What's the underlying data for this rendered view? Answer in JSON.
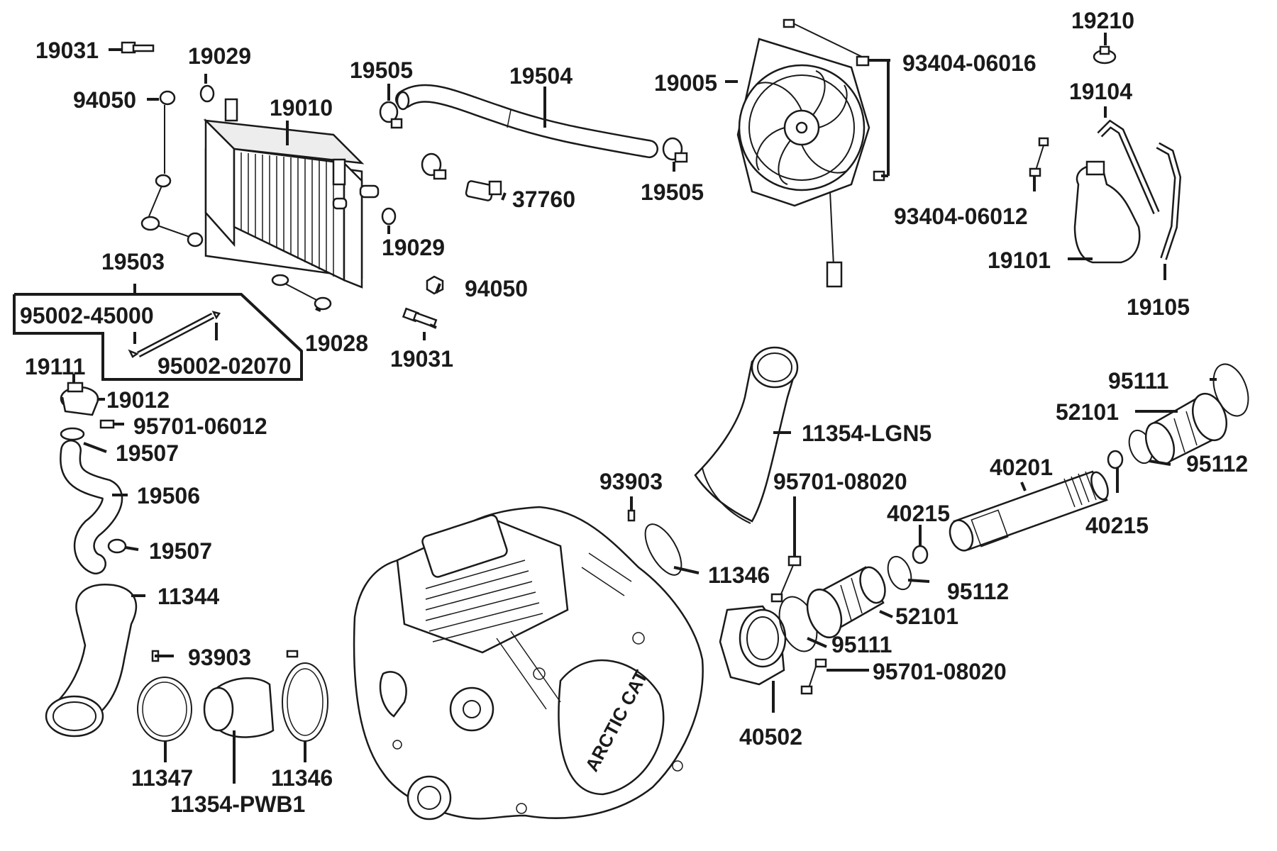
{
  "labels": {
    "p19031_top": "19031",
    "p19029_top": "19029",
    "p94050_top": "94050",
    "p19010": "19010",
    "p19505_left": "19505",
    "p19504": "19504",
    "p19505_right": "19505",
    "p37760": "37760",
    "p19029_mid": "19029",
    "p19005": "19005",
    "p93404_06016": "93404-06016",
    "p93404_06012": "93404-06012",
    "p19210": "19210",
    "p19104": "19104",
    "p19101": "19101",
    "p19105": "19105",
    "p19503": "19503",
    "p95002_45000": "95002-45000",
    "p95002_02070": "95002-02070",
    "p19028": "19028",
    "p94050_mid": "94050",
    "p19031_mid": "19031",
    "p19111": "19111",
    "p19012": "19012",
    "p95701_06012": "95701-06012",
    "p19507_top": "19507",
    "p19506": "19506",
    "p19507_bot": "19507",
    "p11344": "11344",
    "p93903_left": "93903",
    "p11347": "11347",
    "p11346_left": "11346",
    "p11354_pwb1": "11354-PWB1",
    "p11354_lgn5": "11354-LGN5",
    "p93903_mid": "93903",
    "p11346_mid": "11346",
    "p95701_08020_top": "95701-08020",
    "p95701_08020_bot": "95701-08020",
    "p40215_mid": "40215",
    "p40201": "40201",
    "p95111_top": "95111",
    "p52101_top": "52101",
    "p95112_right": "95112",
    "p40215_right": "40215",
    "p95112_mid": "95112",
    "p52101_mid": "52101",
    "p95111_mid": "95111",
    "p40502": "40502",
    "engine_brand": "ARCTIC CAT"
  }
}
